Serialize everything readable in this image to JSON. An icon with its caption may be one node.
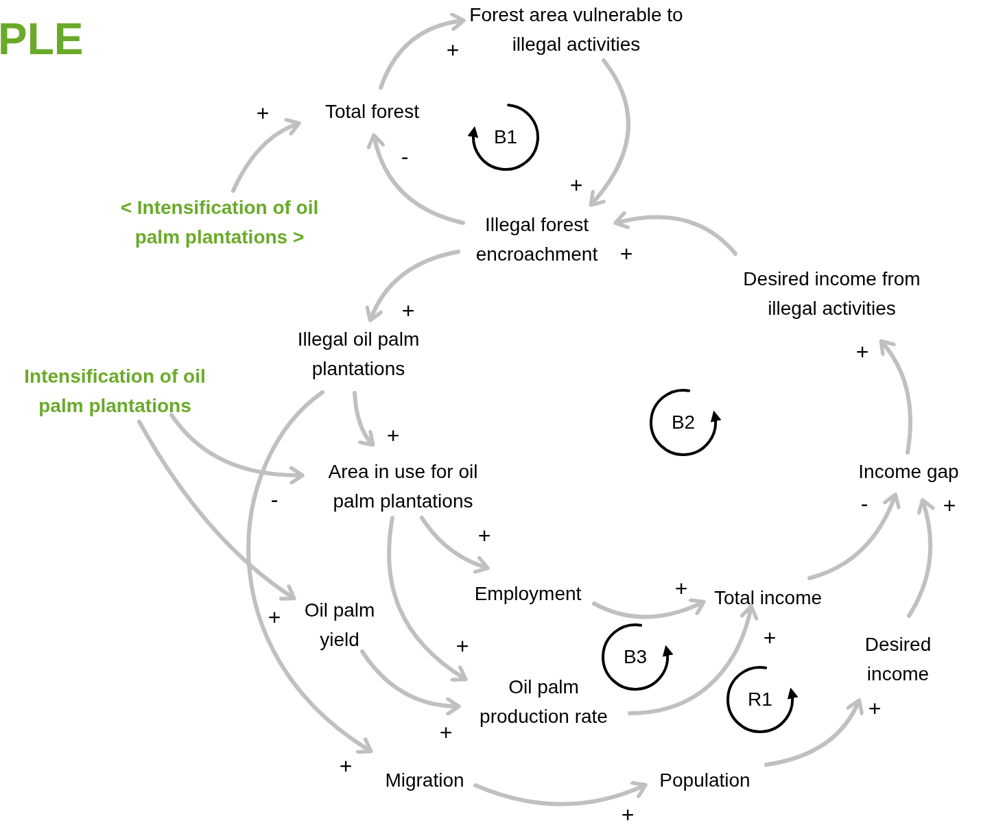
{
  "diagram": {
    "nodes": [
      {
        "text": [
          "Forest area vulnerable to illegal activities"
        ]
      },
      {
        "text": [
          "Total forest"
        ]
      },
      {
        "text": [
          "Illegal forest encroachment"
        ]
      },
      {
        "text": [
          "Desired income from illegal activities"
        ]
      },
      {
        "text": [
          "< Intensification of oil palm plantations >"
        ]
      },
      {
        "text": [
          "Illegal oil palm plantations"
        ]
      },
      {
        "text": [
          "Intensification of oil palm plantations"
        ]
      },
      {
        "text": [
          "Area in use for oil palm plantations"
        ]
      },
      {
        "text": [
          "Employment"
        ]
      },
      {
        "text": [
          "Total income"
        ]
      },
      {
        "text": [
          "Income gap"
        ]
      },
      {
        "text": [
          "Oil palm yield"
        ]
      },
      {
        "text": [
          "Oil palm production rate"
        ]
      },
      {
        "text": [
          "Desired income"
        ]
      },
      {
        "text": [
          "Migration"
        ]
      },
      {
        "text": [
          "Population"
        ]
      }
    ],
    "edges": [
      {
        "from": 1,
        "to": 0,
        "arrow": "to",
        "label": "+"
      },
      {
        "from": 0,
        "to": 2,
        "arrow": "to",
        "label": "+"
      },
      {
        "from": 2,
        "to": 1,
        "arrow": "to",
        "label": "-"
      },
      {
        "from": 4,
        "to": 1,
        "arrow": "to",
        "label": "+"
      },
      {
        "from": 3,
        "to": 2,
        "arrow": "to",
        "label": "+"
      },
      {
        "from": 2,
        "to": 5,
        "arrow": "to",
        "label": "+"
      },
      {
        "from": 5,
        "to": 7,
        "arrow": "to",
        "label": "+"
      },
      {
        "from": 6,
        "to": 7,
        "arrow": "to",
        "label": "-"
      },
      {
        "from": 6,
        "to": 11,
        "arrow": "to",
        "label": "+"
      },
      {
        "from": 5,
        "to": 14,
        "arrow": "to",
        "label": "+"
      },
      {
        "from": 7,
        "to": 8,
        "arrow": "to",
        "label": "+"
      },
      {
        "from": 7,
        "to": 12,
        "arrow": "to",
        "label": "+"
      },
      {
        "from": 11,
        "to": 12,
        "arrow": "to",
        "label": "+"
      },
      {
        "from": 8,
        "to": 9,
        "arrow": "to",
        "label": "+"
      },
      {
        "from": 12,
        "to": 9,
        "arrow": "to",
        "label": "+"
      },
      {
        "from": 9,
        "to": 10,
        "arrow": "to",
        "label": "-"
      },
      {
        "from": 13,
        "to": 10,
        "arrow": "to",
        "label": "+"
      },
      {
        "from": 10,
        "to": 3,
        "arrow": "to",
        "label": "+"
      },
      {
        "from": 14,
        "to": 15,
        "arrow": "to",
        "label": "+"
      },
      {
        "from": 15,
        "to": 13,
        "arrow": "to",
        "label": "+"
      }
    ],
    "labels": [
      "PLE",
      "B1",
      "B2",
      "B3",
      "R1"
    ]
  }
}
